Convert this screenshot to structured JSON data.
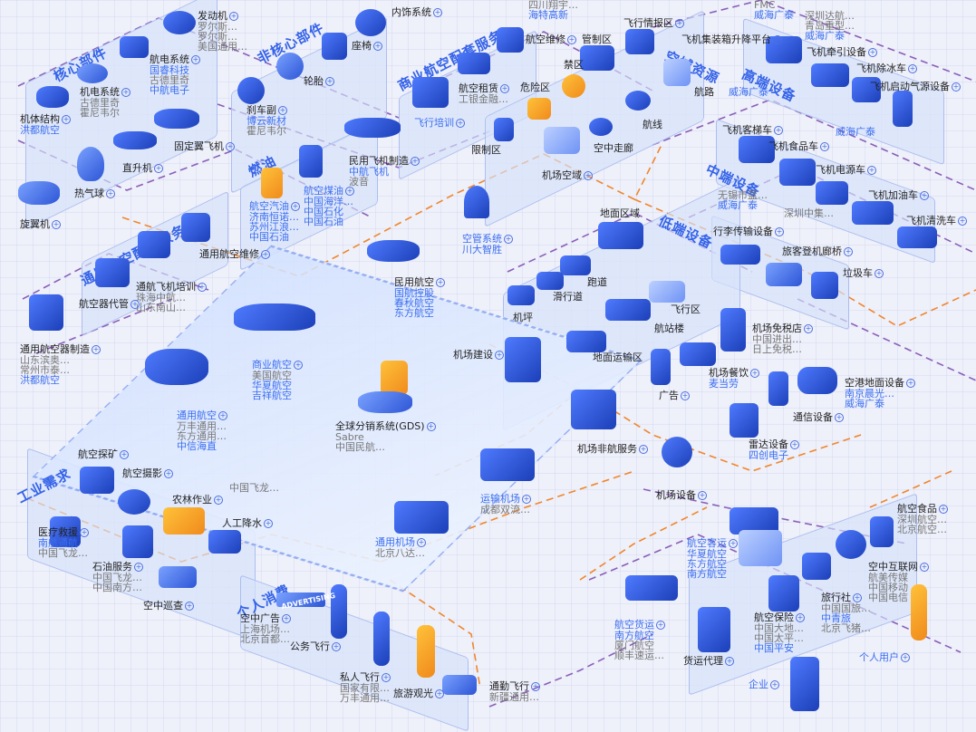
{
  "categories": {
    "core": "核心部件",
    "noncore": "非核心部件",
    "commercial_support": "商业航空配套服务",
    "airspace": "空域资源",
    "high_end": "高端设备",
    "mid_end": "中端设备",
    "low_end": "低端设备",
    "fuel": "燃油",
    "ga_support": "通用航空配套服务",
    "industry": "工业需求",
    "personal": "个人消费"
  },
  "nodes": [
    {
      "name": "发动机",
      "subs": [
        "罗尔斯…",
        "罗尔斯…",
        "美国通用…"
      ]
    },
    {
      "name": "航电系统",
      "subs": [
        "国睿科技",
        "古德里奇",
        "中航电子"
      ]
    },
    {
      "name": "机电系统",
      "subs": [
        "古德里奇",
        "霍尼韦尔"
      ]
    },
    {
      "name": "机体结构",
      "subs": [
        "洪都航空"
      ]
    },
    {
      "name": "固定翼飞机",
      "subs": []
    },
    {
      "name": "直升机",
      "subs": []
    },
    {
      "name": "热气球",
      "subs": []
    },
    {
      "name": "旋翼机",
      "subs": []
    },
    {
      "name": "内饰系统",
      "subs": []
    },
    {
      "name": "座椅",
      "subs": []
    },
    {
      "name": "轮胎",
      "subs": []
    },
    {
      "name": "刹车副",
      "subs": [
        "博云新材",
        "霍尼韦尔"
      ]
    },
    {
      "name": "航空汽油",
      "subs": [
        "济南恒诺…",
        "苏州江浪…",
        "中国石油"
      ]
    },
    {
      "name": "航空煤油",
      "subs": [
        "中国海洋…",
        "中国石化",
        "中国石油"
      ]
    },
    {
      "name": "民用飞机制造",
      "subs": [
        "中航飞机",
        "波音"
      ]
    },
    {
      "name": "航空维修",
      "subs": [
        "四川翔宇…",
        "海特高新"
      ]
    },
    {
      "name": "航空租赁",
      "subs": [
        "工银金融…"
      ]
    },
    {
      "name": "飞行培训",
      "subs": []
    },
    {
      "name": "管制区",
      "subs": []
    },
    {
      "name": "飞行情报区",
      "subs": []
    },
    {
      "name": "禁区",
      "subs": []
    },
    {
      "name": "危险区",
      "subs": []
    },
    {
      "name": "限制区",
      "subs": []
    },
    {
      "name": "航路",
      "subs": [
        "威海广泰"
      ]
    },
    {
      "name": "航线",
      "subs": []
    },
    {
      "name": "空中走廊",
      "subs": []
    },
    {
      "name": "机场空域",
      "subs": []
    },
    {
      "name": "空管系统",
      "subs": [
        "川大智胜"
      ]
    },
    {
      "name": "民用航空",
      "subs": [
        "国航控股",
        "春秋航空",
        "东方航空"
      ]
    },
    {
      "name": "飞机集装箱升降平台",
      "subs": [
        "深圳达航…",
        "青岛重型…",
        "威海广泰"
      ]
    },
    {
      "name": "飞机牵引设备",
      "subs": []
    },
    {
      "name": "飞机除冰车",
      "subs": []
    },
    {
      "name": "飞机启动气源设备",
      "subs": [
        "威海广泰"
      ]
    },
    {
      "name": "FMC",
      "subs": [
        "威海广泰"
      ]
    },
    {
      "name": "飞机客梯车",
      "subs": []
    },
    {
      "name": "飞机食品车",
      "subs": []
    },
    {
      "name": "飞机电源车",
      "subs": [
        "无锡市蓝…",
        "威海广泰"
      ]
    },
    {
      "name": "飞机加油车",
      "subs": [
        "深圳中集…"
      ]
    },
    {
      "name": "飞机清洗车",
      "subs": []
    },
    {
      "name": "行李传输设备",
      "subs": []
    },
    {
      "name": "旅客登机廊桥",
      "subs": []
    },
    {
      "name": "垃圾车",
      "subs": []
    },
    {
      "name": "地面区域",
      "subs": []
    },
    {
      "name": "跑道",
      "subs": []
    },
    {
      "name": "滑行道",
      "subs": []
    },
    {
      "name": "机坪",
      "subs": []
    },
    {
      "name": "飞行区",
      "subs": []
    },
    {
      "name": "航站楼",
      "subs": []
    },
    {
      "name": "机场免税店",
      "subs": [
        "中国进出…",
        "日上免税…"
      ]
    },
    {
      "name": "地面运输区",
      "subs": []
    },
    {
      "name": "机场餐饮",
      "subs": [
        "麦当劳"
      ]
    },
    {
      "name": "广告",
      "subs": []
    },
    {
      "name": "机场建设",
      "subs": []
    },
    {
      "name": "空港地面设备",
      "subs": [
        "南京晨光…",
        "威海广泰"
      ]
    },
    {
      "name": "通信设备",
      "subs": []
    },
    {
      "name": "雷达设备",
      "subs": [
        "四创电子"
      ]
    },
    {
      "name": "机场非航服务",
      "subs": []
    },
    {
      "name": "机场设备",
      "subs": []
    },
    {
      "name": "通用航空维修",
      "subs": []
    },
    {
      "name": "通航飞机培训",
      "subs": [
        "珠海中航…",
        "山东南山…"
      ]
    },
    {
      "name": "航空器代管",
      "subs": []
    },
    {
      "name": "通用航空器制造",
      "subs": [
        "山东滨奥…",
        "常州市泰…",
        "洪都航空"
      ]
    },
    {
      "name": "商业航空",
      "subs": [
        "美国航空",
        "华夏航空",
        "吉祥航空"
      ]
    },
    {
      "name": "通用航空",
      "subs": [
        "万丰通用…",
        "东方通用…",
        "中信海直"
      ]
    },
    {
      "name": "全球分销系统(GDS)",
      "subs": [
        "Sabre",
        "中国民航…"
      ]
    },
    {
      "name": "运输机场",
      "subs": [
        "成都双流…"
      ]
    },
    {
      "name": "通用机场",
      "subs": [
        "北京八达…"
      ]
    },
    {
      "name": "航空探矿",
      "subs": []
    },
    {
      "name": "航空摄影",
      "subs": []
    },
    {
      "name": "农林作业",
      "subs": []
    },
    {
      "name": "人工降水",
      "subs": []
    },
    {
      "name": "医疗救援",
      "subs": [
        "南航通航",
        "中国飞龙…"
      ]
    },
    {
      "name": "石油服务",
      "subs": [
        "中国飞龙…",
        "中国南方…"
      ]
    },
    {
      "name": "空中巡查",
      "subs": []
    },
    {
      "name": "空中广告",
      "subs": [
        "上海机场…",
        "北京首都…"
      ]
    },
    {
      "name": "公务飞行",
      "subs": []
    },
    {
      "name": "私人飞行",
      "subs": [
        "国家有限…",
        "万丰通用…"
      ]
    },
    {
      "name": "旅游观光",
      "subs": []
    },
    {
      "name": "通勤飞行",
      "subs": [
        "新疆通用…"
      ]
    },
    {
      "name": "航空客运",
      "subs": [
        "华夏航空",
        "东方航空",
        "南方航空"
      ]
    },
    {
      "name": "航空货运",
      "subs": [
        "南方航空",
        "厦门航空",
        "顺丰速运…"
      ]
    },
    {
      "name": "货运代理",
      "subs": []
    },
    {
      "name": "航空保险",
      "subs": [
        "中国大地…",
        "中国太平…",
        "中国平安"
      ]
    },
    {
      "name": "旅行社",
      "subs": [
        "中国国旅…",
        "中青旅",
        "北京飞猪…"
      ]
    },
    {
      "name": "空中互联网",
      "subs": [
        "航美传媒",
        "中国移动",
        "中国电信"
      ]
    },
    {
      "name": "航空食品",
      "subs": [
        "深圳航空…",
        "北京航空…"
      ]
    },
    {
      "name": "个人用户",
      "subs": []
    },
    {
      "name": "企业",
      "subs": []
    },
    {
      "name": "中国飞龙…",
      "subs": []
    }
  ],
  "advertising": "ADVERTISING"
}
